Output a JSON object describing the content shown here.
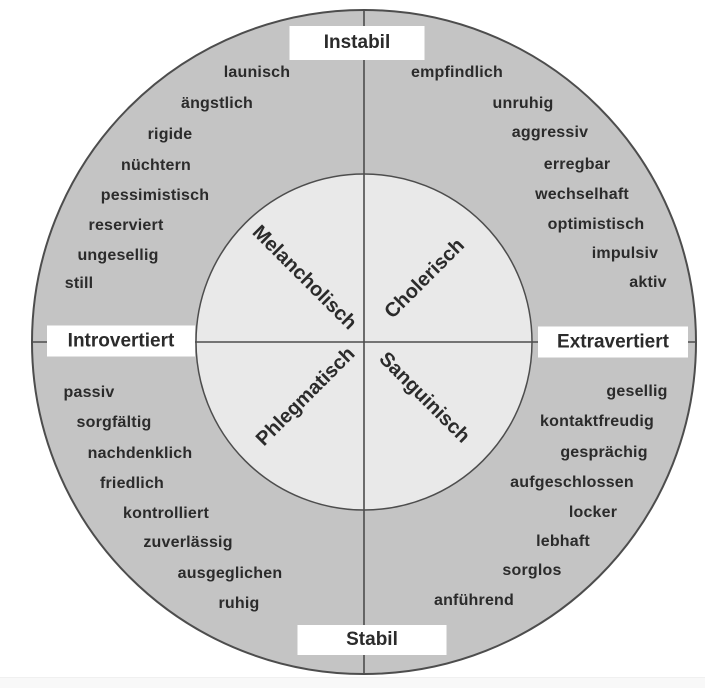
{
  "axes": {
    "top": "Instabil",
    "bottom": "Stabil",
    "left": "Introvertiert",
    "right": "Extravertiert"
  },
  "temperaments": {
    "melancholisch": "Melancholisch",
    "cholerisch": "Cholerisch",
    "phlegmatisch": "Phlegmatisch",
    "sanguinisch": "Sanguinisch"
  },
  "quadrants": {
    "melancholisch": {
      "traits": [
        "launisch",
        "ängstlich",
        "rigide",
        "nüchtern",
        "pessimistisch",
        "reserviert",
        "ungesellig",
        "still"
      ]
    },
    "cholerisch": {
      "traits": [
        "empfindlich",
        "unruhig",
        "aggressiv",
        "erregbar",
        "wechselhaft",
        "optimistisch",
        "impulsiv",
        "aktiv"
      ]
    },
    "phlegmatisch": {
      "traits": [
        "passiv",
        "sorgfältig",
        "nachdenklich",
        "friedlich",
        "kontrolliert",
        "zuverlässig",
        "ausgeglichen",
        "ruhig"
      ]
    },
    "sanguinisch": {
      "traits": [
        "gesellig",
        "kontaktfreudig",
        "gesprächig",
        "aufgeschlossen",
        "locker",
        "lebhaft",
        "sorglos",
        "anführend"
      ]
    }
  },
  "colors": {
    "outer_ring": "#c4c4c4",
    "inner_circle": "#e9e9e9",
    "stroke": "#4d4d4d",
    "text": "#2b2b2b",
    "label_bg": "#ffffff"
  }
}
